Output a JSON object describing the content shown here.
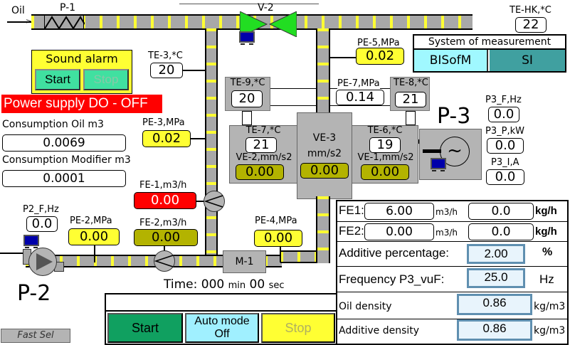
{
  "inlet": {
    "label": "Oil"
  },
  "pump_p1": {
    "label": "P-1"
  },
  "valve_v2": {
    "label": "V-2"
  },
  "sound_alarm": {
    "title": "Sound alarm",
    "start_label": "Start",
    "stop_label": "Stop"
  },
  "power_supply": {
    "text": "Power supply DO - OFF"
  },
  "consumption": {
    "oil_label": "Consumption Oil m3",
    "oil_value": "0.0069",
    "modifier_label": "Consumption Modifier m3",
    "modifier_value": "0.0001"
  },
  "sensors": {
    "te3": {
      "label": "TE-3,*C",
      "value": "20"
    },
    "pe3": {
      "label": "PE-3,MPa",
      "value": "0.02"
    },
    "pe5": {
      "label": "PE-5,MPa",
      "value": "0.02"
    },
    "te9": {
      "label": "TE-9,*C",
      "value": "20"
    },
    "pe7": {
      "label": "PE-7,MPa",
      "value": "0.14"
    },
    "te8": {
      "label": "TE-8,*C",
      "value": "21"
    },
    "te7": {
      "label": "TE-7,*C",
      "value": "21"
    },
    "ve2": {
      "label": "VE-2,mm/s2",
      "value": "0.00"
    },
    "ve3": {
      "label": "VE-3",
      "unit": "mm/s2",
      "value": "0.00"
    },
    "te6": {
      "label": "TE-6,*C",
      "value": "19"
    },
    "ve1": {
      "label": "VE-1,mm/s2",
      "value": "0.00"
    },
    "fe1": {
      "label": "FE-1,m3/h",
      "value": "0.00"
    },
    "fe2": {
      "label": "FE-2,m3/h",
      "value": "0.00"
    },
    "pe2": {
      "label": "PE-2,MPa",
      "value": "0.00"
    },
    "pe4": {
      "label": "PE-4,MPa",
      "value": "0.00"
    },
    "tehk": {
      "label": "TE-HK,*C",
      "value": "22"
    }
  },
  "measurement": {
    "title": "System of measurement",
    "option1": "BISofM",
    "option2": "SI"
  },
  "pump_p3": {
    "label": "P-3",
    "f_label": "P3_F,Hz",
    "f_value": "0.0",
    "p_label": "P3_P,kW",
    "p_value": "0.0",
    "i_label": "P3_I,A",
    "i_value": "0.0"
  },
  "pump_p2": {
    "label": "P-2",
    "f_label": "P2_F,Hz",
    "f_value": "0.0"
  },
  "mixer": {
    "label": "M-1"
  },
  "timer": {
    "prefix": "Time:",
    "minutes": "000",
    "min_unit": "min",
    "seconds": "00",
    "sec_unit": "sec"
  },
  "controls": {
    "start_label": "Start",
    "auto_line1": "Auto mode",
    "auto_line2": "Off",
    "stop_label": "Stop",
    "fast_sel_label": "Fast Sel"
  },
  "table": {
    "fe1": {
      "label": "FE1:",
      "vol_value": "6.00",
      "vol_unit": "m3/h",
      "mass_value": "0.0",
      "mass_unit": "kg/h"
    },
    "fe2": {
      "label": "FE2:",
      "vol_value": "0.00",
      "vol_unit": "m3/h",
      "mass_value": "0.0",
      "mass_unit": "kg/h"
    },
    "additive_pct": {
      "label": "Additive percentage:",
      "value": "2.00",
      "unit": "%"
    },
    "frequency": {
      "label": "Frequency P3_vuF:",
      "value": "25.0",
      "unit": "Hz"
    },
    "oil_density": {
      "label": "Oil density",
      "value": "0.86",
      "unit": "kg/m3"
    },
    "additive_density": {
      "label": "Additive density",
      "value": "0.86",
      "unit": "kg/m3"
    }
  },
  "colors": {
    "pipe_yellow": "#ffff33",
    "pipe_gray": "#a8a8a8",
    "alarm_red": "#ff0000",
    "button_green": "#40e0a0",
    "start_green": "#10a060",
    "auto_cyan": "#a0f0ff",
    "si_teal": "#40a0a0",
    "valve_green": "#22dd22"
  }
}
